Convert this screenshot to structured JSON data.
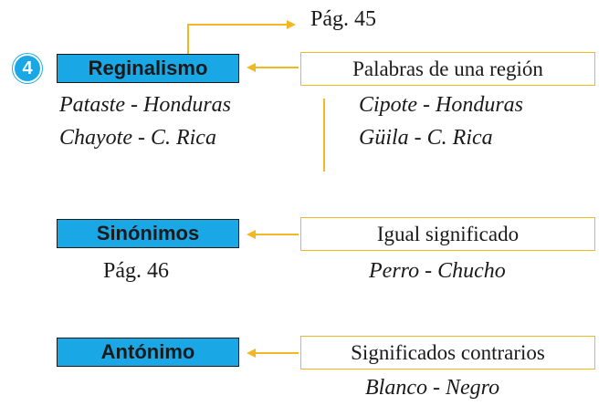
{
  "colors": {
    "accent_blue": "#1aa7e6",
    "connector_yellow": "#f2b824",
    "text": "#1a1a1a"
  },
  "badge": {
    "number": "4"
  },
  "top_ref": "Pág. 45",
  "regionalismo": {
    "label": "Reginalismo",
    "definition": "Palabras de una región",
    "examples_left": [
      "Pataste - Honduras",
      "Chayote - C. Rica"
    ],
    "examples_right": [
      "Cipote - Honduras",
      "Güila - C. Rica"
    ]
  },
  "sinonimos": {
    "label": "Sinónimos",
    "ref": "Pág. 46",
    "definition": "Igual significado",
    "example": "Perro - Chucho"
  },
  "antonimo": {
    "label": "Antónimo",
    "definition": "Significados contrarios",
    "example": "Blanco - Negro"
  }
}
